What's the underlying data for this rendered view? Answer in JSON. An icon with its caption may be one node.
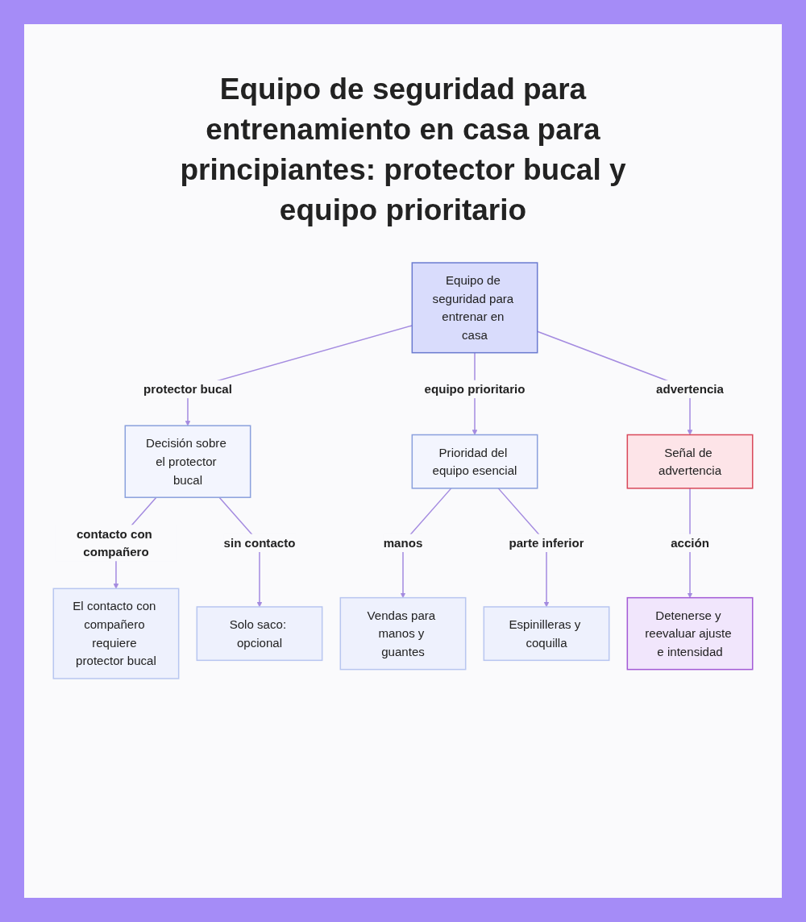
{
  "diagram": {
    "title": "Equipo de seguridad para entrenamiento en casa para principiantes: protector bucal y equipo prioritario",
    "nodes": [
      {
        "text": [
          "Equipo de seguridad para entrenar en casa"
        ]
      },
      {
        "text": [
          "Decisión sobre el protector bucal"
        ]
      },
      {
        "text": [
          "Prioridad del equipo esencial"
        ]
      },
      {
        "text": [
          "Señal de advertencia"
        ]
      },
      {
        "text": [
          "El contacto con compañero requiere protector bucal"
        ]
      },
      {
        "text": [
          "Solo saco: opcional"
        ]
      },
      {
        "text": [
          "Vendas para manos y guantes"
        ]
      },
      {
        "text": [
          "Espinilleras y coquilla"
        ]
      },
      {
        "text": [
          "Detenerse y reevaluar ajuste e intensidad"
        ]
      }
    ],
    "edges": [
      {
        "from": 0,
        "to": 1,
        "arrow": "to",
        "label": "protector bucal"
      },
      {
        "from": 0,
        "to": 2,
        "arrow": "to",
        "label": "equipo prioritario"
      },
      {
        "from": 0,
        "to": 3,
        "arrow": "to",
        "label": "advertencia"
      },
      {
        "from": 1,
        "to": 4,
        "arrow": "to",
        "label": "contacto con compañero"
      },
      {
        "from": 1,
        "to": 5,
        "arrow": "to",
        "label": "sin contacto"
      },
      {
        "from": 2,
        "to": 6,
        "arrow": "to",
        "label": "manos"
      },
      {
        "from": 2,
        "to": 7,
        "arrow": "to",
        "label": "parte inferior"
      },
      {
        "from": 3,
        "to": 8,
        "arrow": "to",
        "label": "acción"
      }
    ]
  }
}
